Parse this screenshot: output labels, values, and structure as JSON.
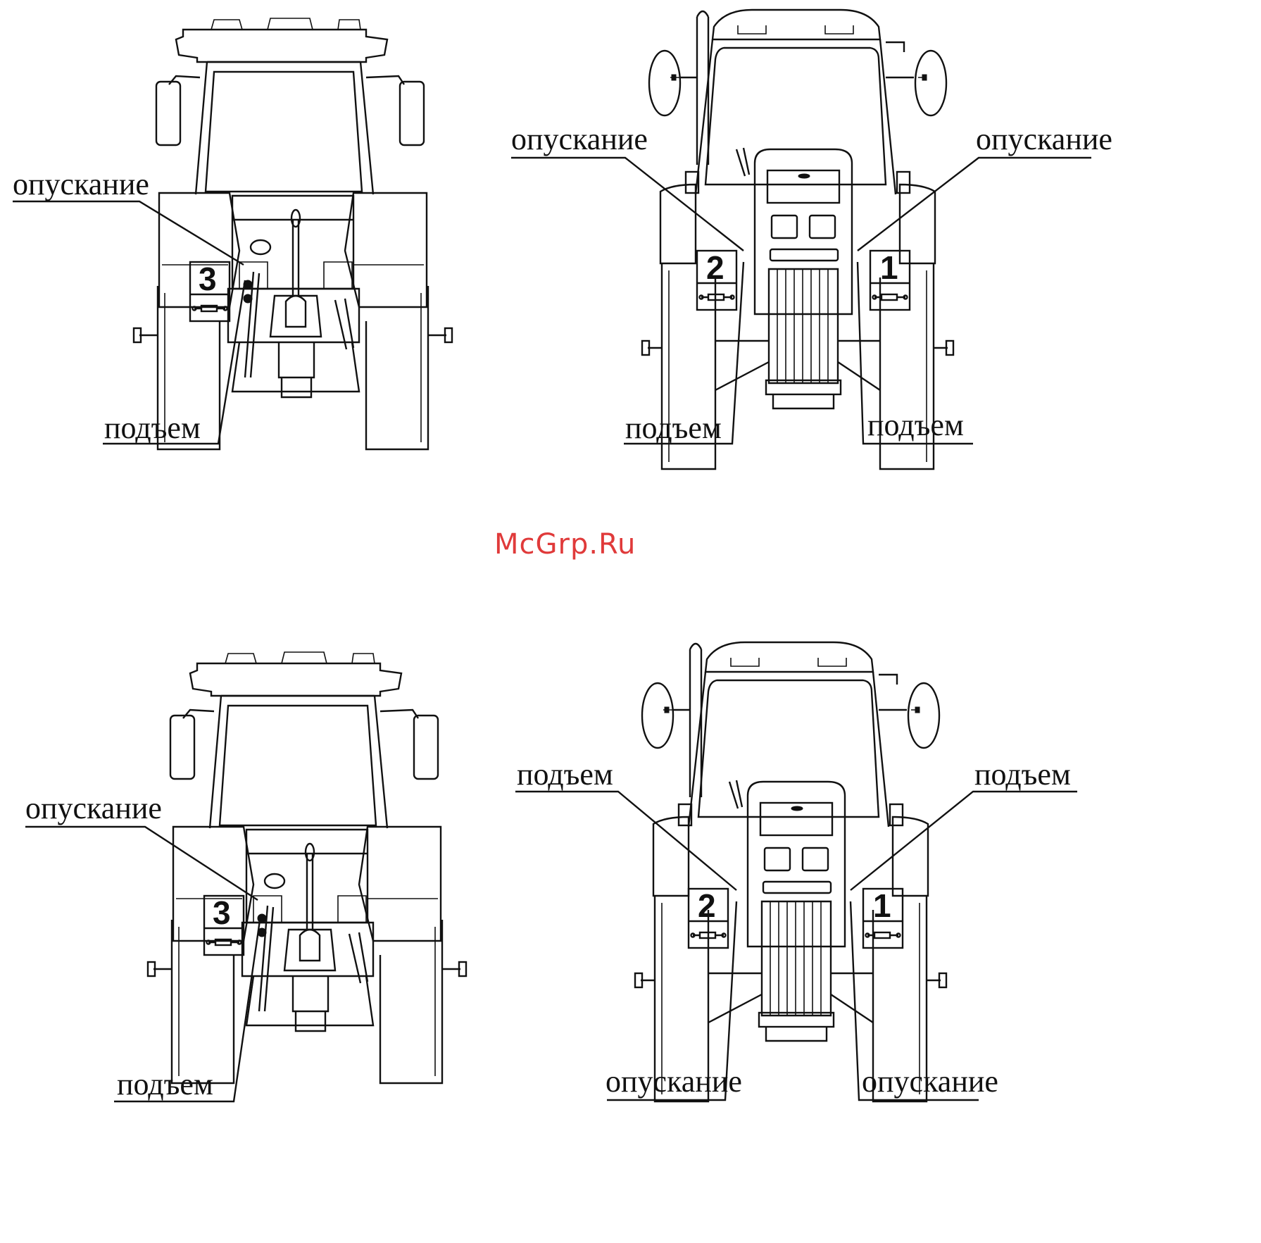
{
  "watermark": "McGrp.Ru",
  "panels": [
    {
      "id": "top-left",
      "view": "rear",
      "labels": {
        "lower_text": "опускание",
        "raise_text": "подъем"
      },
      "plate_number": "3"
    },
    {
      "id": "top-right",
      "view": "front",
      "labels": {
        "left_upper": "опускание",
        "right_upper": "опускание",
        "left_lower": "подъем",
        "right_lower": "подъем"
      },
      "plate_left": "2",
      "plate_right": "1"
    },
    {
      "id": "bottom-left",
      "view": "rear",
      "labels": {
        "lower_text": "опускание",
        "raise_text": "подъем"
      },
      "plate_number": "3"
    },
    {
      "id": "bottom-right",
      "view": "front",
      "labels": {
        "left_upper": "подъем",
        "right_upper": "подъем",
        "left_lower": "опускание",
        "right_lower": "опускание"
      },
      "plate_left": "2",
      "plate_right": "1"
    }
  ]
}
